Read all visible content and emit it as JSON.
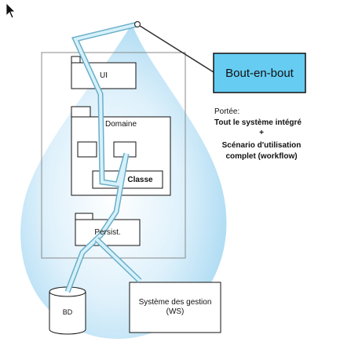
{
  "diagram": {
    "scope_box": {
      "label": "Bout-en-bout"
    },
    "packages": {
      "ui": "UI",
      "domaine": "Domaine",
      "persist": "Persist."
    },
    "class_box": "Classe",
    "database": "BD",
    "external_system": {
      "line1": "Système des gestion",
      "line2": "(WS)"
    },
    "scope_text": {
      "intro": "Portée:",
      "line1": "Tout le système intégré",
      "plus": "+",
      "line2": "Scénario d'utilisation",
      "line3": "complet (workflow)"
    },
    "colors": {
      "scope_box_fill": "#66ccf2",
      "drop_fill": "#bfe4f7",
      "path_stroke": "#a8dcef",
      "outline": "#111111"
    }
  }
}
